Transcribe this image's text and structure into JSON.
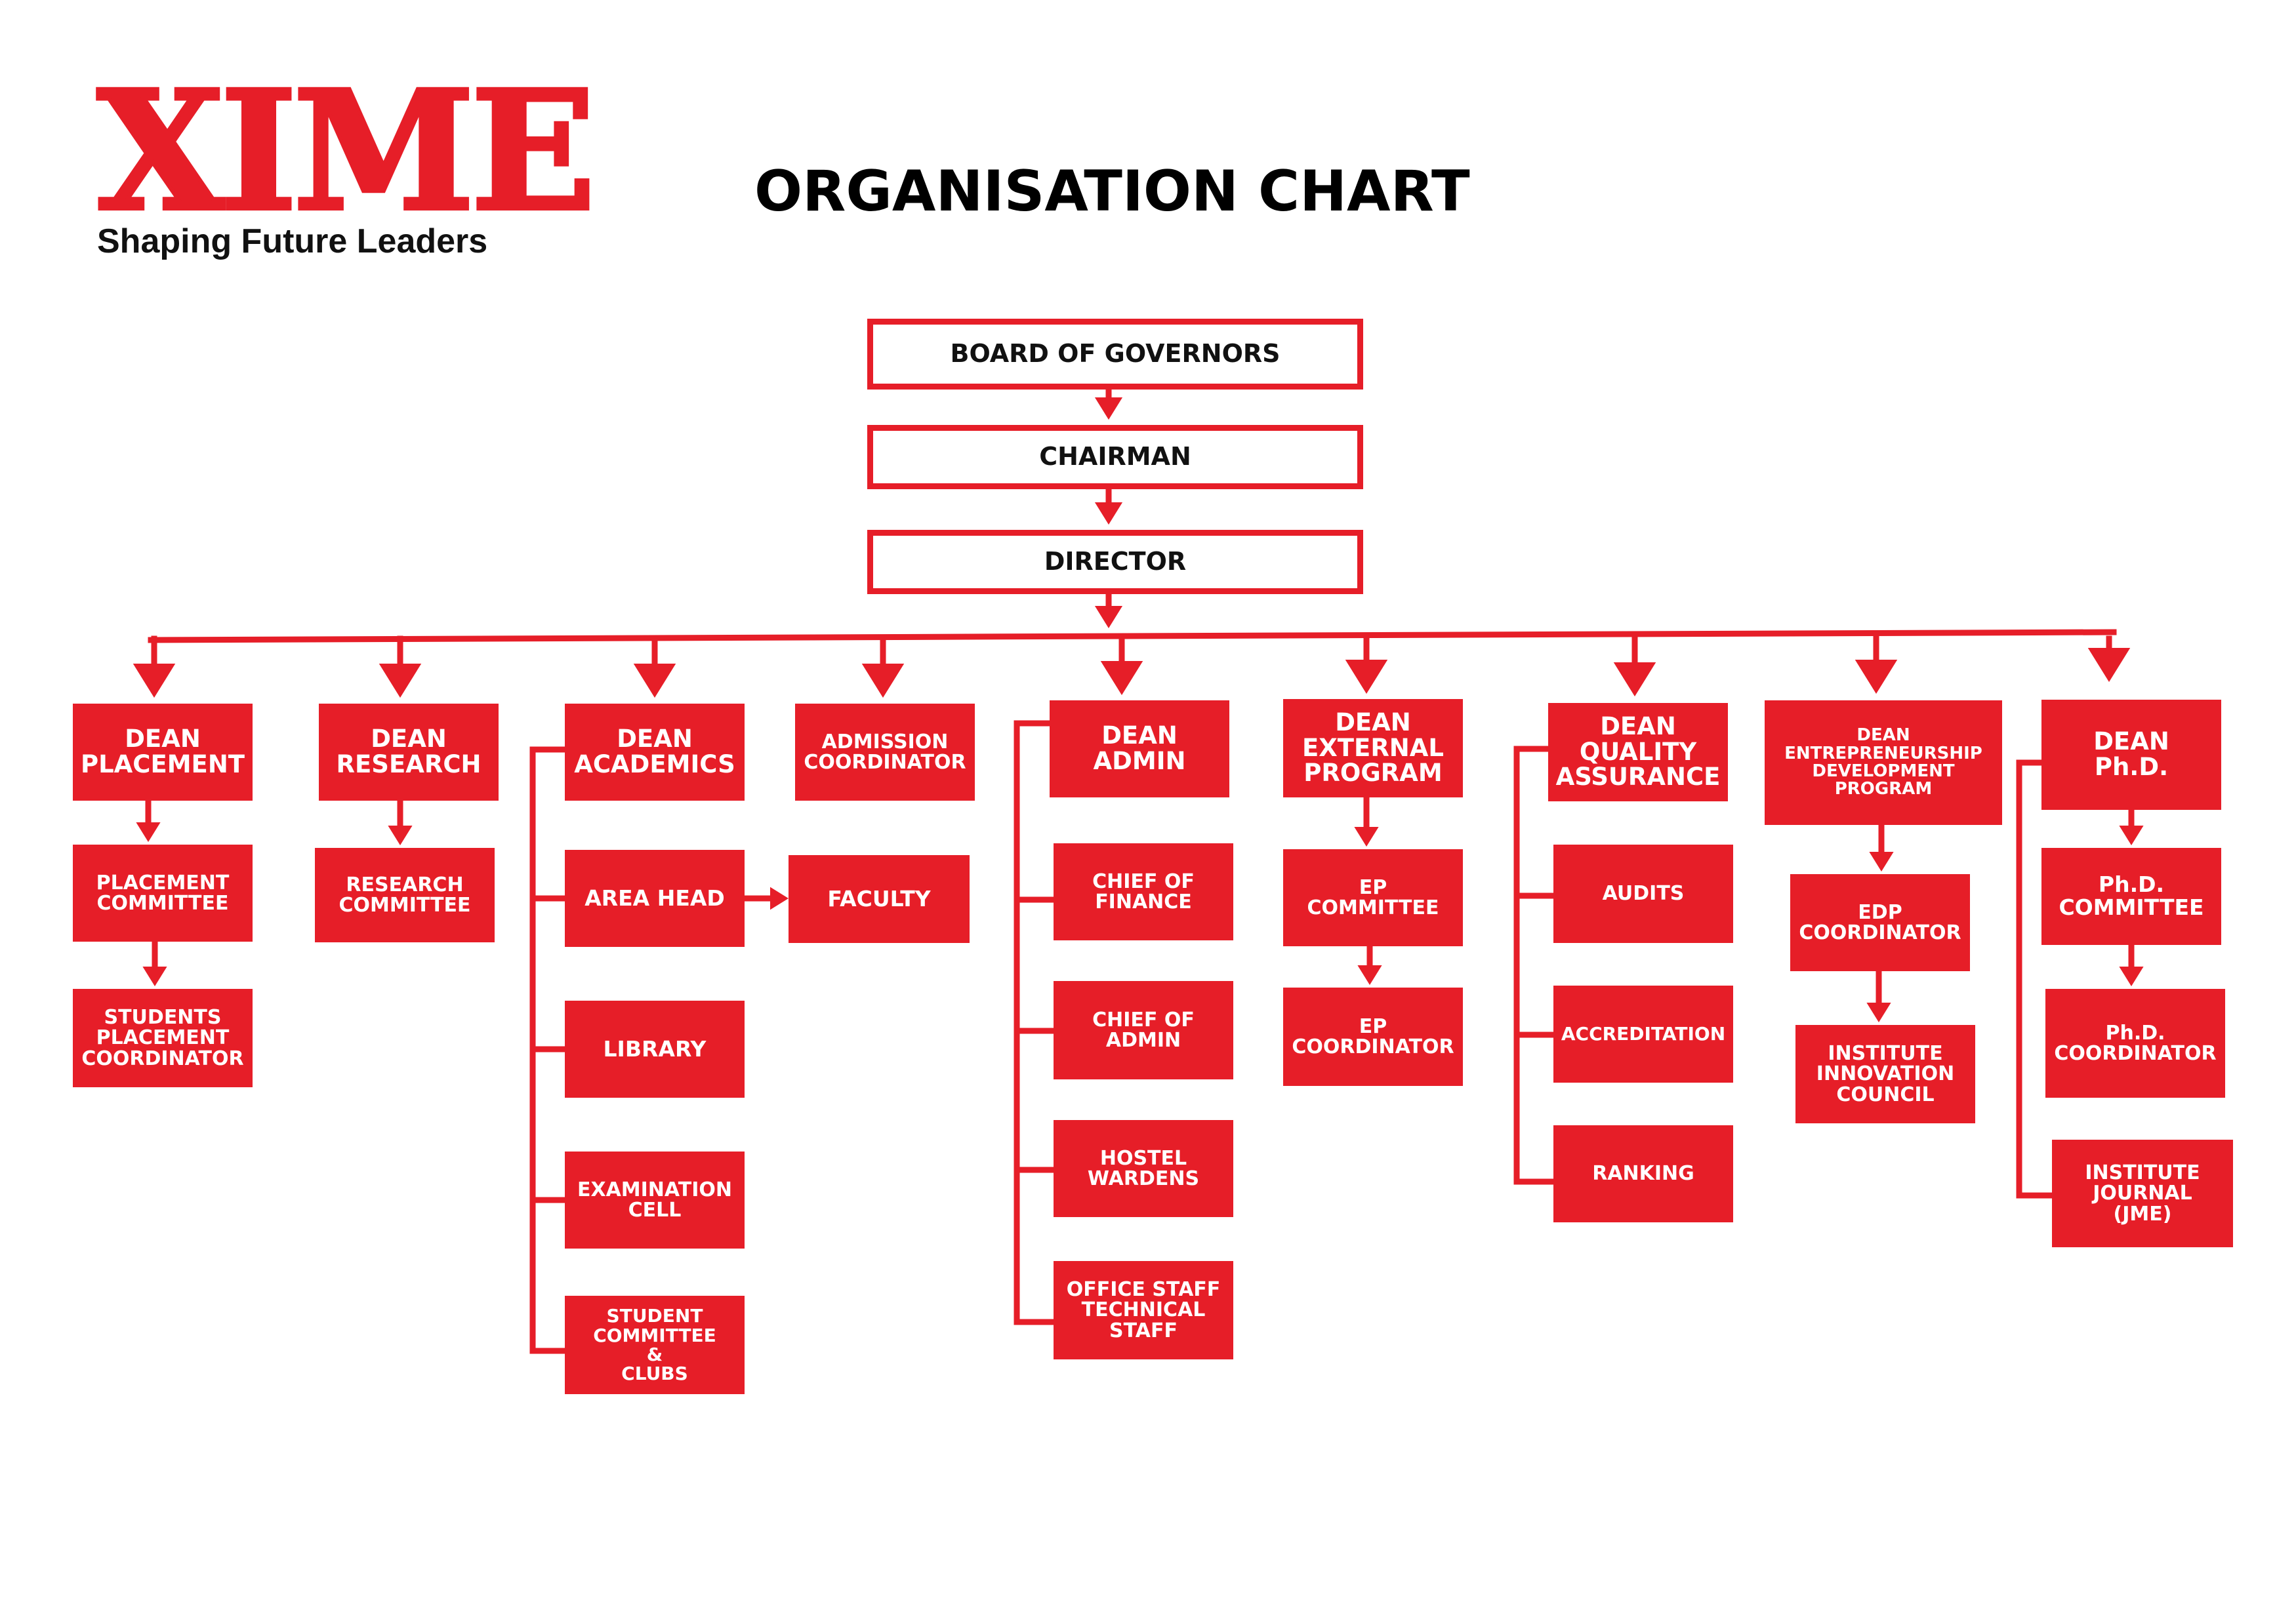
{
  "logo": {
    "wordmark": "XIME",
    "tagline": "Shaping Future Leaders"
  },
  "title": "ORGANISATION CHART",
  "colors": {
    "accent": "#e61e28",
    "text_dark": "#111111",
    "text_light": "#ffffff"
  },
  "top_nodes": {
    "board": "BOARD OF GOVERNORS",
    "chairman": "CHAIRMAN",
    "director": "DIRECTOR"
  },
  "deans": {
    "placement": "DEAN\nPLACEMENT",
    "research": "DEAN\nRESEARCH",
    "academics": "DEAN\nACADEMICS",
    "admission": "ADMISSION\nCOORDINATOR",
    "admin": "DEAN\nADMIN",
    "external": "DEAN\nEXTERNAL\nPROGRAM",
    "quality": "DEAN\nQUALITY\nASSURANCE",
    "edp": "DEAN\nENTREPRENEURSHIP\nDEVELOPMENT\nPROGRAM",
    "phd": "DEAN\nPh.D."
  },
  "units": {
    "placement_committee": "PLACEMENT\nCOMMITTEE",
    "students_placement_coordinator": "STUDENTS\nPLACEMENT\nCOORDINATOR",
    "research_committee": "RESEARCH\nCOMMITTEE",
    "area_head": "AREA HEAD",
    "faculty": "FACULTY",
    "library": "LIBRARY",
    "examination_cell": "EXAMINATION\nCELL",
    "student_committee_clubs": "STUDENT\nCOMMITTEE\n&\nCLUBS",
    "chief_finance": "CHIEF OF\nFINANCE",
    "chief_admin": "CHIEF OF\nADMIN",
    "hostel_wardens": "HOSTEL\nWARDENS",
    "office_staff": "OFFICE STAFF\nTECHNICAL\nSTAFF",
    "ep_committee": "EP\nCOMMITTEE",
    "ep_coordinator": "EP\nCOORDINATOR",
    "audits": "AUDITS",
    "accreditation": "ACCREDITATION",
    "ranking": "RANKING",
    "edp_coordinator": "EDP\nCOORDINATOR",
    "innovation_council": "INSTITUTE\nINNOVATION\nCOUNCIL",
    "phd_committee": "Ph.D.\nCOMMITTEE",
    "phd_coordinator": "Ph.D.\nCOORDINATOR",
    "institute_journal": "INSTITUTE\nJOURNAL\n(JME)"
  }
}
